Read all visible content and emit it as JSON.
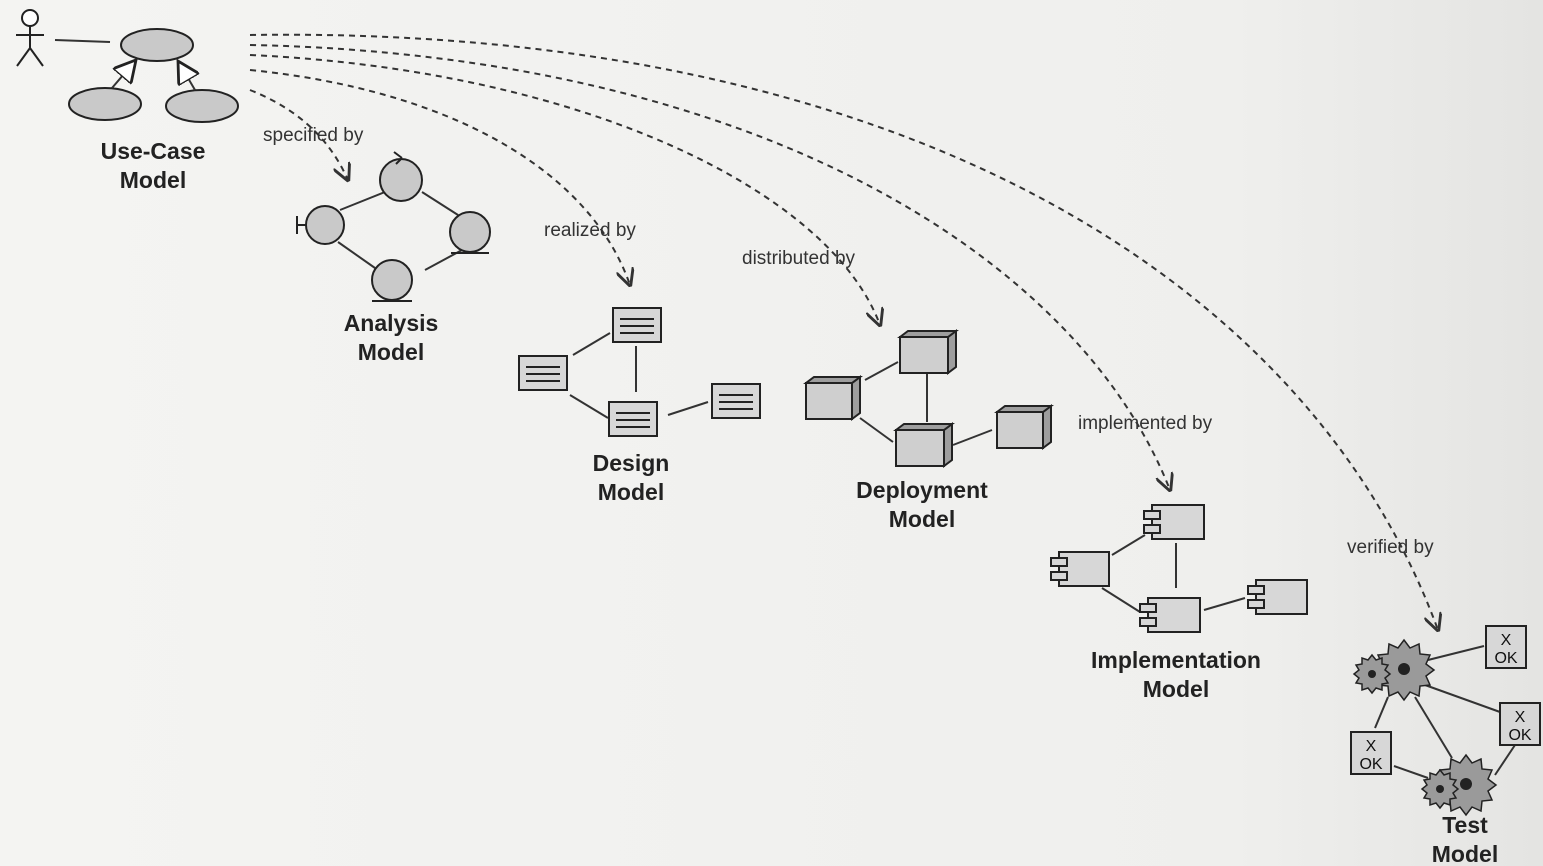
{
  "diagram": {
    "models": {
      "use_case": {
        "line1": "Use-Case",
        "line2": "Model"
      },
      "analysis": {
        "line1": "Analysis",
        "line2": "Model"
      },
      "design": {
        "line1": "Design",
        "line2": "Model"
      },
      "deployment": {
        "line1": "Deployment",
        "line2": "Model"
      },
      "implementation": {
        "line1": "Implementation",
        "line2": "Model"
      },
      "test": {
        "line1": "Test",
        "line2": "Model"
      }
    },
    "relations": {
      "specified": "specified by",
      "realized": "realized by",
      "distributed": "distributed by",
      "implemented": "implemented by",
      "verified": "verified by"
    },
    "test_cases": {
      "mark": "X",
      "status": "OK"
    }
  }
}
